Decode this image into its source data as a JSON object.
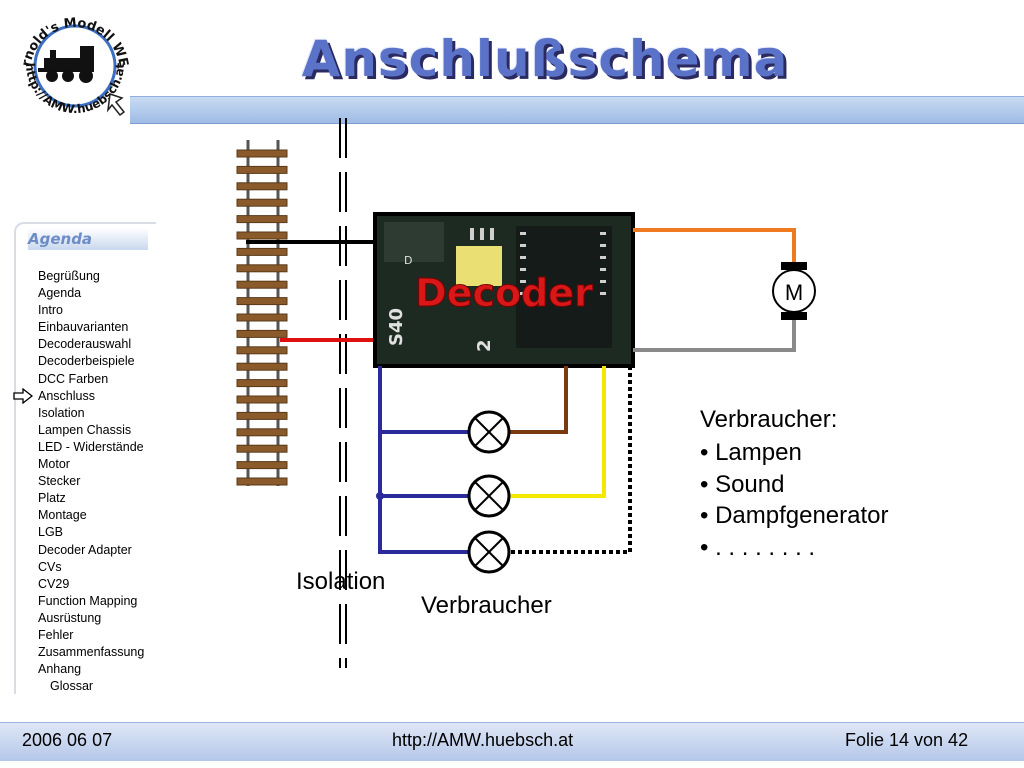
{
  "slide": {
    "title": "Anschlußschema"
  },
  "logo": {
    "text_top": "Arnold's Modell WEB",
    "text_bottom": "http://AMW.huebsch.at"
  },
  "agenda": {
    "heading": "Agenda",
    "current_item": "Anschluss",
    "items": [
      "Begrüßung",
      "Agenda",
      "Intro",
      "Einbauvarianten",
      "Decoderauswahl",
      "Decoderbeispiele",
      "DCC Farben",
      "Anschluss",
      "Isolation",
      "Lampen Chassis",
      "LED - Widerstände",
      "Motor",
      "Stecker",
      "Platz",
      "Montage",
      "LGB",
      "Decoder Adapter",
      "CVs",
      "CV29",
      "Function Mapping",
      "Ausrüstung",
      "Fehler",
      "Zusammenfassung",
      "Anhang",
      "Glossar"
    ]
  },
  "diagram": {
    "decoder_label": "Decoder",
    "chip_marks": [
      "D",
      "S40",
      "2"
    ],
    "motor_label": "M",
    "isolation_label": "Isolation",
    "consumers_label": "Verbraucher",
    "consumers_heading": "Verbraucher:",
    "consumers": [
      "• Lampen",
      "• Sound",
      "• Dampfgenerator",
      "• . . . . . . . ."
    ],
    "colors": {
      "motor_wire": "#f07a20",
      "motor_wire_2": "#8a8a8a",
      "track_wire_1": "#000000",
      "track_wire_2": "#e01010",
      "common_wire": "#2a2a9a",
      "function_wire_1": "#7a3a10",
      "function_wire_2": "#f5e800",
      "function_wire_3": "#000000",
      "decoder_text": "#d81818"
    }
  },
  "footer": {
    "date": "2006 06 07",
    "url": "http://AMW.huebsch.at",
    "slide_number": "Folie 14 von  42"
  }
}
